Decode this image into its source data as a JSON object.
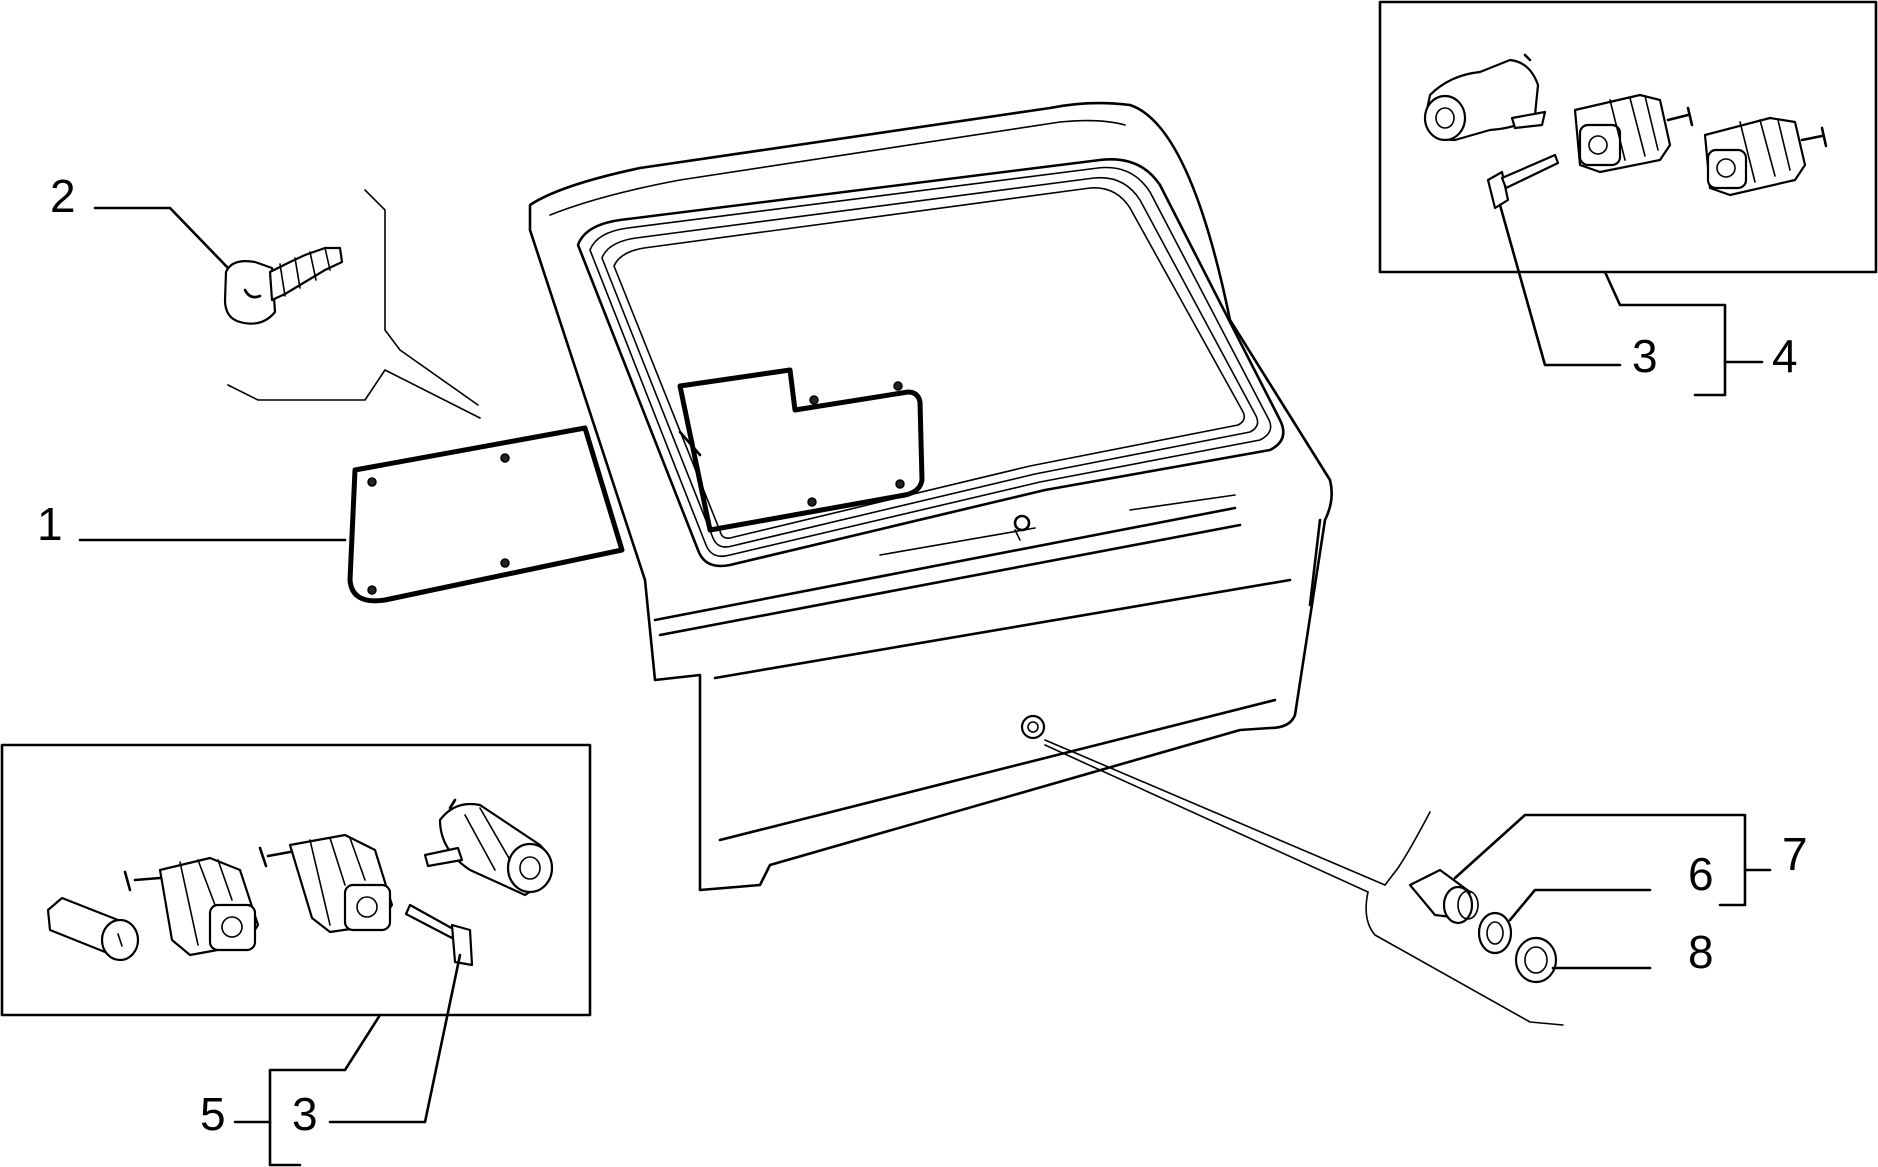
{
  "callouts": {
    "c1": "1",
    "c2": "2",
    "c3_top": "3",
    "c3_bottom": "3",
    "c4": "4",
    "c5": "5",
    "c6": "6",
    "c7": "7",
    "c8": "8"
  }
}
